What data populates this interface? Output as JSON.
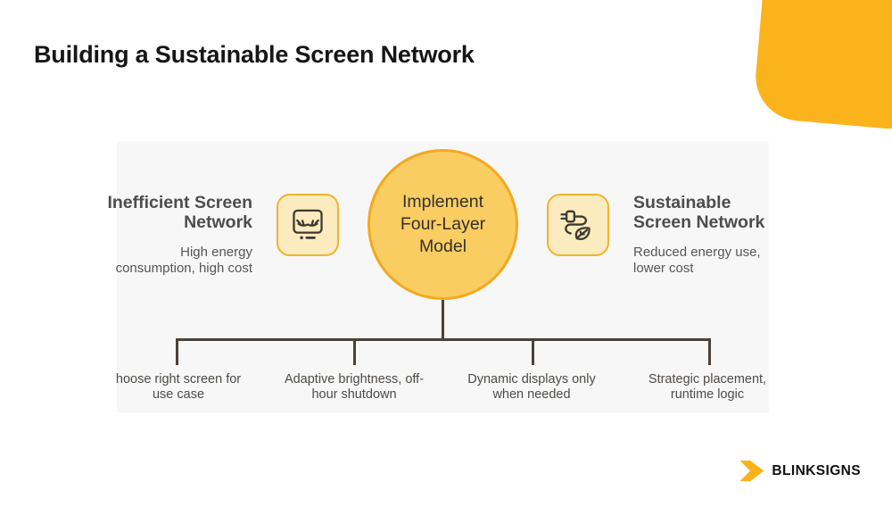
{
  "title": "Building a Sustainable Screen Network",
  "colors": {
    "accent_yellow": "#FBB31B",
    "circle_fill": "#FACD63",
    "circle_border": "#F3A91E",
    "badge_fill": "#FBEBBE",
    "badge_border": "#EFB42C",
    "connector": "#49423A"
  },
  "left_block": {
    "heading": "Inefficient Screen Network",
    "heading_lines": [
      "Inefficient Screen",
      "Network"
    ],
    "subtext": "High energy consumption, high cost",
    "subtext_lines": [
      "High energy",
      "consumption, high cost"
    ],
    "icon": "sleeping-monitor-icon"
  },
  "center_node": {
    "label": "Implement Four-Layer Model",
    "label_lines": [
      "Implement",
      "Four-Layer",
      "Model"
    ]
  },
  "right_block": {
    "heading": "Sustainable Screen Network",
    "heading_lines": [
      "Sustainable",
      "Screen Network"
    ],
    "subtext": "Reduced energy use, lower cost",
    "subtext_lines": [
      "Reduced energy use,",
      "lower cost"
    ],
    "icon": "eco-plug-leaf-icon"
  },
  "branches": [
    {
      "lines": [
        "hoose right screen for",
        "use case"
      ]
    },
    {
      "lines": [
        "Adaptive brightness, off-",
        "hour shutdown"
      ]
    },
    {
      "lines": [
        "Dynamic displays only",
        "when needed"
      ]
    },
    {
      "lines": [
        "Strategic placement,",
        "runtime logic"
      ]
    }
  ],
  "logo": {
    "text": "BLINKSIGNS",
    "icon": "chevron-right-icon"
  }
}
